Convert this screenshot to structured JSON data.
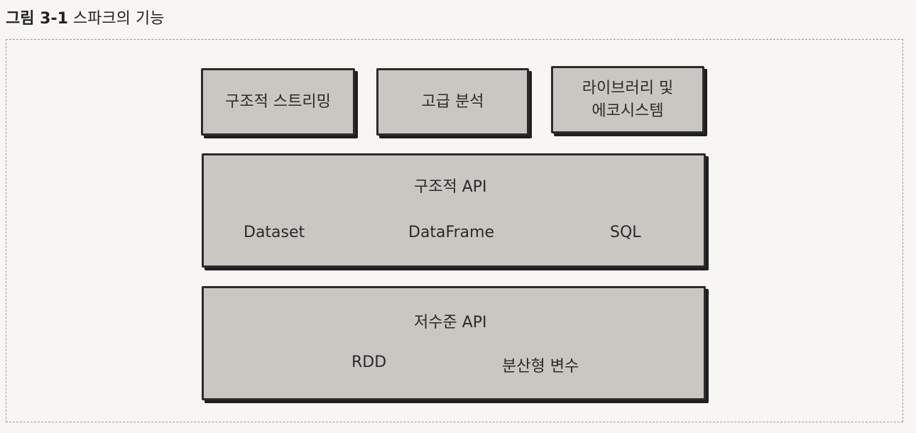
{
  "caption": {
    "number": "그림 3-1",
    "title": "스파크의 기능"
  },
  "top_boxes": [
    {
      "label": "구조적 스트리밍"
    },
    {
      "label": "고급 분석"
    },
    {
      "label": "라이브러리 및\n에코시스템"
    }
  ],
  "structured_api": {
    "title": "구조적 API",
    "items": [
      "Dataset",
      "DataFrame",
      "SQL"
    ]
  },
  "low_level_api": {
    "title": "저수준 API",
    "items": [
      "RDD",
      "분산형 변수"
    ]
  }
}
